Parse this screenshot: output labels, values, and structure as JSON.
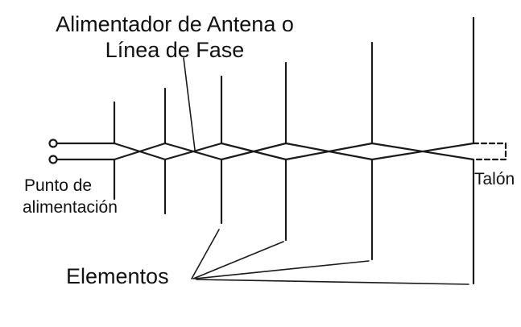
{
  "labels": {
    "feeder_line1": "Alimentador de Antena o",
    "feeder_line2": "Línea de Fase",
    "feed_point_line1": "Punto de",
    "feed_point_line2": "alimentación",
    "stub": "Talón",
    "elements": "Elementos"
  },
  "colors": {
    "line": "#1a1a1a",
    "background": "#ffffff"
  }
}
